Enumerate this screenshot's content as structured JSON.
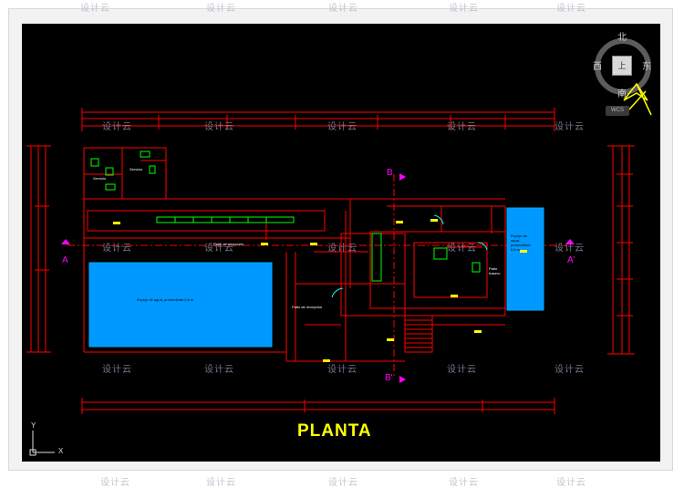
{
  "watermark": "设计云",
  "viewcube": {
    "north": "北",
    "south": "南",
    "east": "东",
    "west": "西",
    "top": "上",
    "wcs": "WCS"
  },
  "ucs": {
    "x": "X",
    "y": "Y"
  },
  "sheet_title": "PLANTA",
  "section_labels": {
    "b_top": "B",
    "b_bottom": "B'",
    "a_left": "A",
    "a_right": "A'"
  },
  "rooms": {
    "servicio_1": "Servicio",
    "servicio_2": "Servicio",
    "patio_recepcion_1": "Patio de recepción",
    "patio_recepcion_2": "Patio de recepción",
    "espejo_agua": "Espejo de agua, profundidad 0,6 m",
    "espejo_agua_small": [
      "Espejo de",
      "agua,",
      "profundidad:",
      "0,6 m"
    ],
    "patio_trasero": [
      "Patio",
      "trasero"
    ]
  },
  "colors": {
    "background": "#000000",
    "wall": "#ff0000",
    "water": "#0099ff",
    "title": "#ffff00",
    "section_marker": "#ff00ff"
  }
}
